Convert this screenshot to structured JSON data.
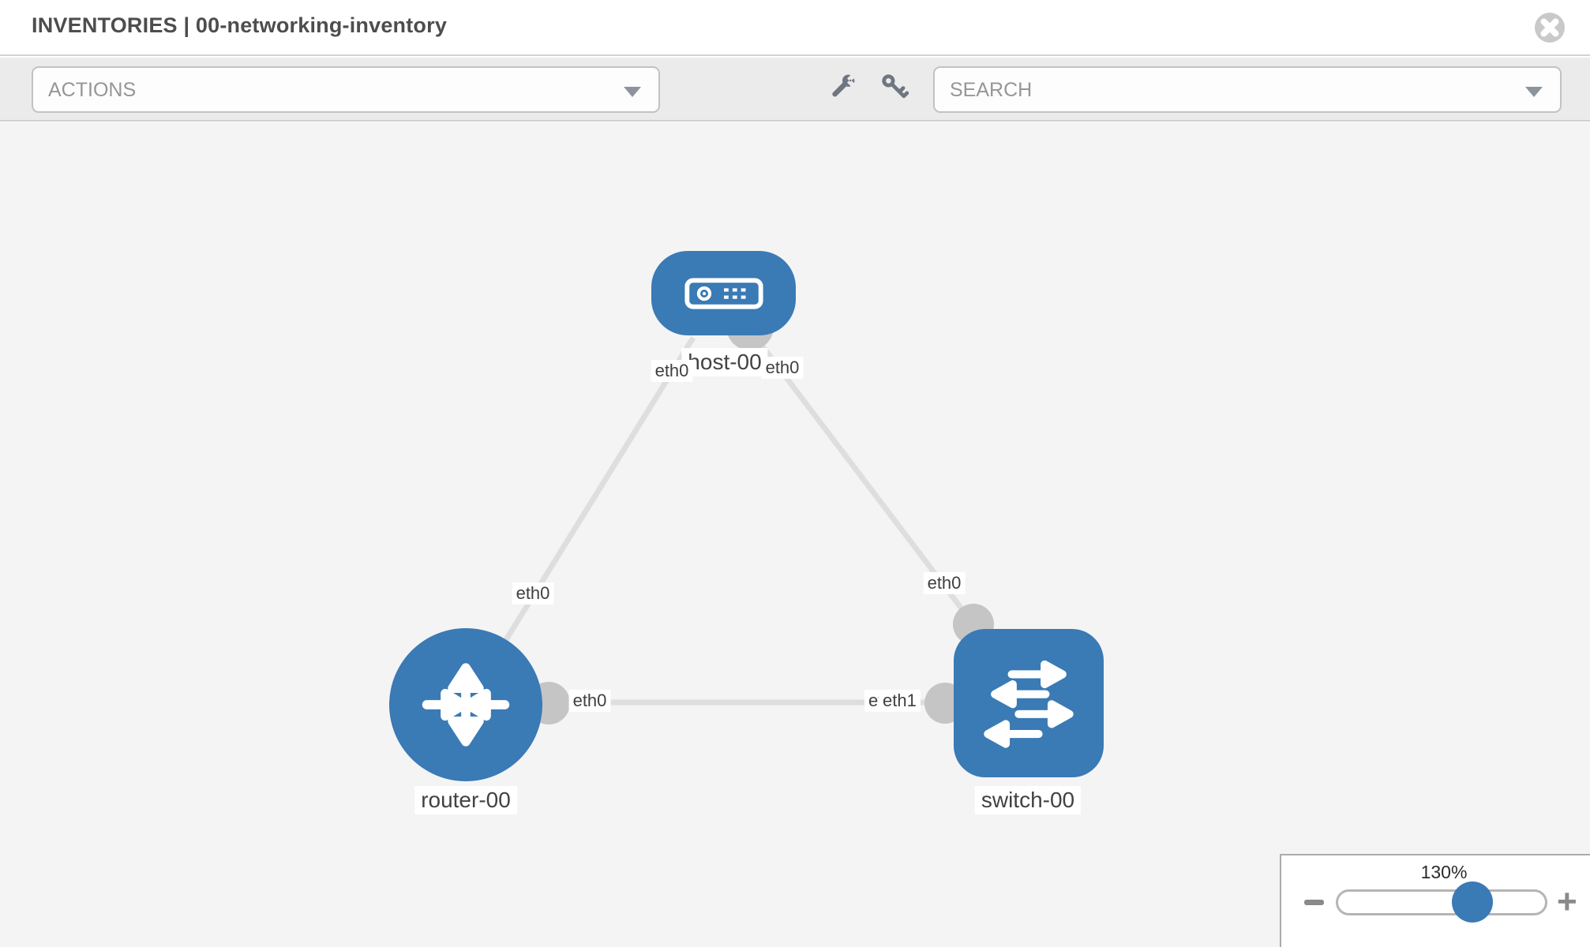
{
  "header": {
    "title": "INVENTORIES | 00-networking-inventory"
  },
  "toolbar": {
    "actions_label": "ACTIONS",
    "search_label": "SEARCH",
    "icons": [
      "wrench",
      "key"
    ]
  },
  "canvas": {
    "nodes": [
      {
        "id": "host-00",
        "label": "host-00",
        "type": "host"
      },
      {
        "id": "router-00",
        "label": "router-00",
        "type": "router"
      },
      {
        "id": "switch-00",
        "label": "switch-00",
        "type": "switch"
      }
    ],
    "links": [
      {
        "from": "router-00",
        "to": "host-00",
        "from_interface": "eth0",
        "to_interface": "eth0"
      },
      {
        "from": "host-00",
        "to": "switch-00",
        "from_interface": "eth0",
        "to_interface": "eth0"
      },
      {
        "from": "router-00",
        "to": "switch-00",
        "from_interface": "eth0",
        "to_interface": "eth1",
        "to_interface_back": "eth0"
      }
    ]
  },
  "zoom_control": {
    "level": "130%",
    "minus": "",
    "plus": "+"
  },
  "colors": {
    "node_blue": "#3a7ab5",
    "link_gray": "#dedede",
    "connector_gray": "#c5c5c5",
    "canvas_bg": "#f4f4f4",
    "toolbar_bg": "#ebebeb"
  }
}
